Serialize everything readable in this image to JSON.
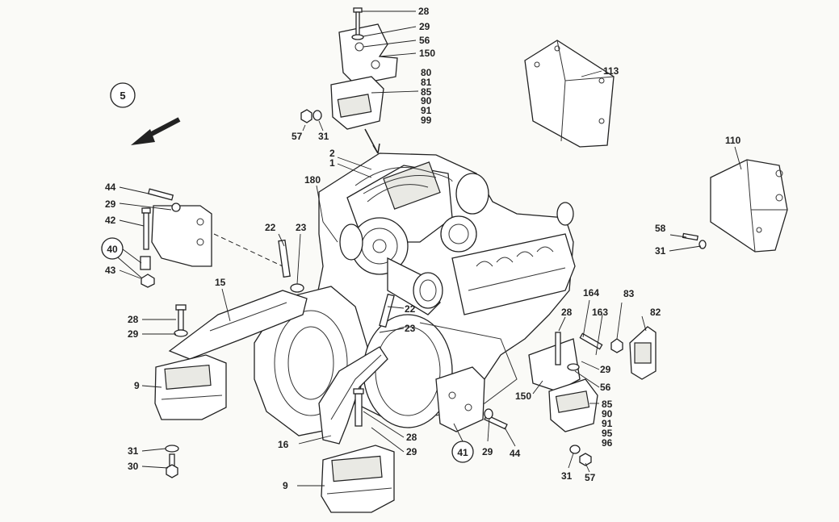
{
  "diagram": {
    "callouts": [
      {
        "id": "c-5",
        "text": "5",
        "circled": true
      },
      {
        "id": "c-28a",
        "text": "28"
      },
      {
        "id": "c-29a",
        "text": "29"
      },
      {
        "id": "c-56a",
        "text": "56"
      },
      {
        "id": "c-150a",
        "text": "150"
      },
      {
        "id": "c-80a",
        "text": "80"
      },
      {
        "id": "c-81a",
        "text": "81"
      },
      {
        "id": "c-85a",
        "text": "85"
      },
      {
        "id": "c-90a",
        "text": "90"
      },
      {
        "id": "c-91a",
        "text": "91"
      },
      {
        "id": "c-99a",
        "text": "99"
      },
      {
        "id": "c-57a",
        "text": "57"
      },
      {
        "id": "c-31a",
        "text": "31"
      },
      {
        "id": "c-113",
        "text": "113"
      },
      {
        "id": "c-110",
        "text": "110"
      },
      {
        "id": "c-58",
        "text": "58"
      },
      {
        "id": "c-31b",
        "text": "31"
      },
      {
        "id": "c-2",
        "text": "2"
      },
      {
        "id": "c-1",
        "text": "1"
      },
      {
        "id": "c-180",
        "text": "180"
      },
      {
        "id": "c-44a",
        "text": "44"
      },
      {
        "id": "c-29b",
        "text": "29"
      },
      {
        "id": "c-42",
        "text": "42"
      },
      {
        "id": "c-40",
        "text": "40",
        "circled": true
      },
      {
        "id": "c-43",
        "text": "43"
      },
      {
        "id": "c-22a",
        "text": "22"
      },
      {
        "id": "c-23a",
        "text": "23"
      },
      {
        "id": "c-15",
        "text": "15"
      },
      {
        "id": "c-28b",
        "text": "28"
      },
      {
        "id": "c-29c",
        "text": "29"
      },
      {
        "id": "c-9a",
        "text": "9"
      },
      {
        "id": "c-22b",
        "text": "22"
      },
      {
        "id": "c-23b",
        "text": "23"
      },
      {
        "id": "c-164",
        "text": "164"
      },
      {
        "id": "c-83",
        "text": "83"
      },
      {
        "id": "c-82",
        "text": "82"
      },
      {
        "id": "c-28c",
        "text": "28"
      },
      {
        "id": "c-163",
        "text": "163"
      },
      {
        "id": "c-29d",
        "text": "29"
      },
      {
        "id": "c-56b",
        "text": "56"
      },
      {
        "id": "c-150b",
        "text": "150"
      },
      {
        "id": "c-85b",
        "text": "85"
      },
      {
        "id": "c-90b",
        "text": "90"
      },
      {
        "id": "c-91b",
        "text": "91"
      },
      {
        "id": "c-95",
        "text": "95"
      },
      {
        "id": "c-96",
        "text": "96"
      },
      {
        "id": "c-31c",
        "text": "31"
      },
      {
        "id": "c-30",
        "text": "30"
      },
      {
        "id": "c-16",
        "text": "16"
      },
      {
        "id": "c-28d",
        "text": "28"
      },
      {
        "id": "c-29e",
        "text": "29"
      },
      {
        "id": "c-41",
        "text": "41",
        "circled": true
      },
      {
        "id": "c-29f",
        "text": "29"
      },
      {
        "id": "c-44b",
        "text": "44"
      },
      {
        "id": "c-9b",
        "text": "9"
      },
      {
        "id": "c-31d",
        "text": "31"
      },
      {
        "id": "c-57b",
        "text": "57"
      }
    ]
  }
}
